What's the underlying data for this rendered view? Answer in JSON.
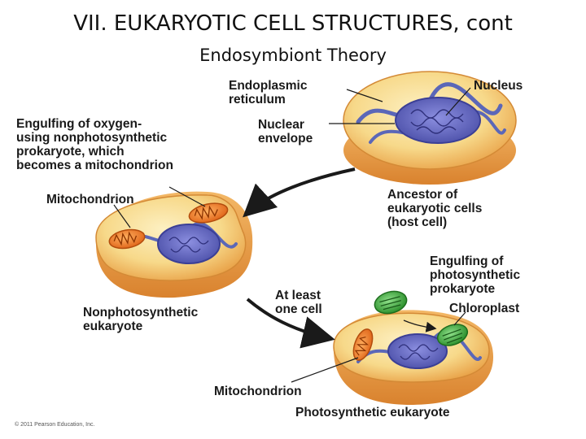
{
  "slide": {
    "title": "VII.  EUKARYOTIC CELL STRUCTURES, cont",
    "subtitle": "Endosymbiont Theory"
  },
  "labels": {
    "endoplasmic_reticulum": [
      "Endoplasmic",
      "reticulum"
    ],
    "nucleus": "Nucleus",
    "nuclear_envelope": [
      "Nuclear",
      "envelope"
    ],
    "engulfing_oxygen": [
      "Engulfing of oxygen-",
      "using nonphotosynthetic",
      "prokaryote, which",
      "becomes a mitochondrion"
    ],
    "mitochondrion_top": "Mitochondrion",
    "ancestor": [
      "Ancestor of",
      "eukaryotic cells",
      "(host cell)"
    ],
    "engulfing_photo": [
      "Engulfing of",
      "photosynthetic",
      "prokaryote"
    ],
    "at_least_one_cell": [
      "At least",
      "one cell"
    ],
    "chloroplast": "Chloroplast",
    "nonphotosynthetic_eukaryote": [
      "Nonphotosynthetic",
      "eukaryote"
    ],
    "mitochondrion_bottom": "Mitochondrion",
    "photosynthetic_eukaryote": "Photosynthetic eukaryote"
  },
  "copyright": "© 2011 Pearson Education, Inc.",
  "colors": {
    "cytoplasm_light": "#fbe5a4",
    "cytoplasm_dark": "#e9a248",
    "nucleus": "#6a6fc4",
    "er": "#5b67b8",
    "mitochondrion": "#f07a1e",
    "chloroplast": "#3fae3f"
  }
}
